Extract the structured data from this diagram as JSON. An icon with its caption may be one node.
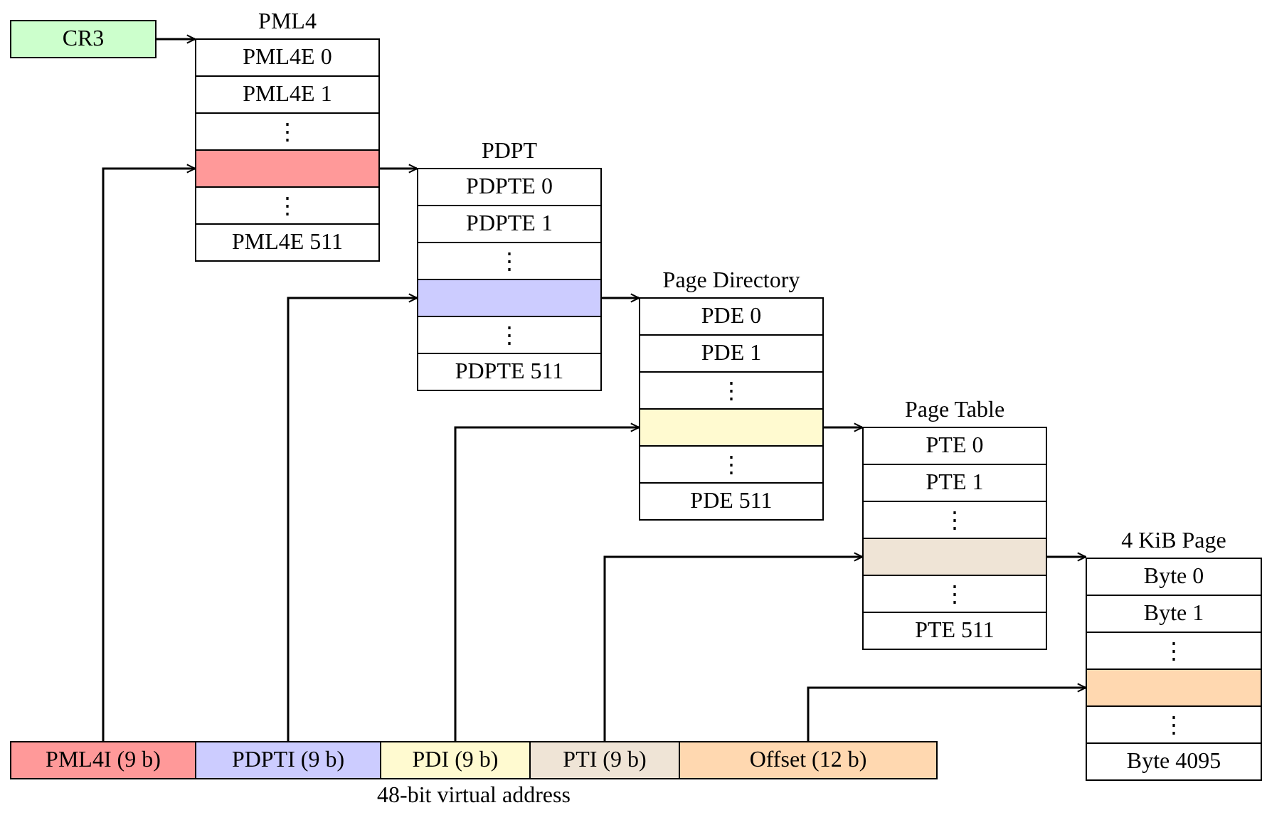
{
  "diagram": {
    "nodes": [
      {
        "text": [
          "CR3"
        ]
      },
      {
        "text": [
          "PML4"
        ]
      },
      {
        "text": [
          "PML4E 0"
        ],
        "in": 1
      },
      {
        "text": [
          "PML4E 1"
        ],
        "in": 1
      },
      {
        "text": [
          "⋮"
        ],
        "in": 1
      },
      {
        "text": [],
        "shape": "box",
        "in": 1
      },
      {
        "text": [
          "⋮"
        ],
        "in": 1
      },
      {
        "text": [
          "PML4E 511"
        ],
        "in": 1
      },
      {
        "text": [
          "PDPT"
        ]
      },
      {
        "text": [
          "PDPTE 0"
        ],
        "in": 8
      },
      {
        "text": [
          "PDPTE 1"
        ],
        "in": 8
      },
      {
        "text": [
          "⋮"
        ],
        "in": 8
      },
      {
        "text": [],
        "shape": "box",
        "in": 8
      },
      {
        "text": [
          "⋮"
        ],
        "in": 8
      },
      {
        "text": [
          "PDPTE 511"
        ],
        "in": 8
      },
      {
        "text": [
          "Page Directory"
        ]
      },
      {
        "text": [
          "PDE 0"
        ],
        "in": 15
      },
      {
        "text": [
          "PDE 1"
        ],
        "in": 15
      },
      {
        "text": [
          "⋮"
        ],
        "in": 15
      },
      {
        "text": [],
        "shape": "box",
        "in": 15
      },
      {
        "text": [
          "⋮"
        ],
        "in": 15
      },
      {
        "text": [
          "PDE 511"
        ],
        "in": 15
      },
      {
        "text": [
          "Page Table"
        ]
      },
      {
        "text": [
          "PTE 0"
        ],
        "in": 22
      },
      {
        "text": [
          "PTE 1"
        ],
        "in": 22
      },
      {
        "text": [
          "⋮"
        ],
        "in": 22
      },
      {
        "text": [],
        "shape": "box",
        "in": 22
      },
      {
        "text": [
          "⋮"
        ],
        "in": 22
      },
      {
        "text": [
          "PTE 511"
        ],
        "in": 22
      },
      {
        "text": [
          "4 KiB Page"
        ]
      },
      {
        "text": [
          "Byte 0"
        ],
        "in": 29
      },
      {
        "text": [
          "Byte 1"
        ],
        "in": 29
      },
      {
        "text": [
          "⋮"
        ],
        "in": 29
      },
      {
        "text": [],
        "shape": "box",
        "in": 29
      },
      {
        "text": [
          "⋮"
        ],
        "in": 29
      },
      {
        "text": [
          "Byte 4095"
        ],
        "in": 29
      },
      {
        "text": [
          "48-bit virtual address"
        ]
      },
      {
        "text": [
          "PML4I (9 b)"
        ],
        "in": 36
      },
      {
        "text": [
          "PDPTI (9 b)"
        ],
        "in": 36
      },
      {
        "text": [
          "PDI (9 b)"
        ],
        "in": 36
      },
      {
        "text": [
          "PTI (9 b)"
        ],
        "in": 36
      },
      {
        "text": [
          "Offset (12 b)"
        ],
        "in": 36
      }
    ],
    "edges": [
      {
        "from": 0,
        "to": 1,
        "arrow": "to"
      },
      {
        "from": 5,
        "to": 8,
        "arrow": "to"
      },
      {
        "from": 12,
        "to": 15,
        "arrow": "to"
      },
      {
        "from": 19,
        "to": 22,
        "arrow": "to"
      },
      {
        "from": 26,
        "to": 29,
        "arrow": "to"
      },
      {
        "from": 37,
        "to": 5,
        "arrow": "to"
      },
      {
        "from": 38,
        "to": 12,
        "arrow": "to"
      },
      {
        "from": 39,
        "to": 19,
        "arrow": "to"
      },
      {
        "from": 40,
        "to": 26,
        "arrow": "to"
      },
      {
        "from": 41,
        "to": 33,
        "arrow": "to"
      }
    ]
  }
}
